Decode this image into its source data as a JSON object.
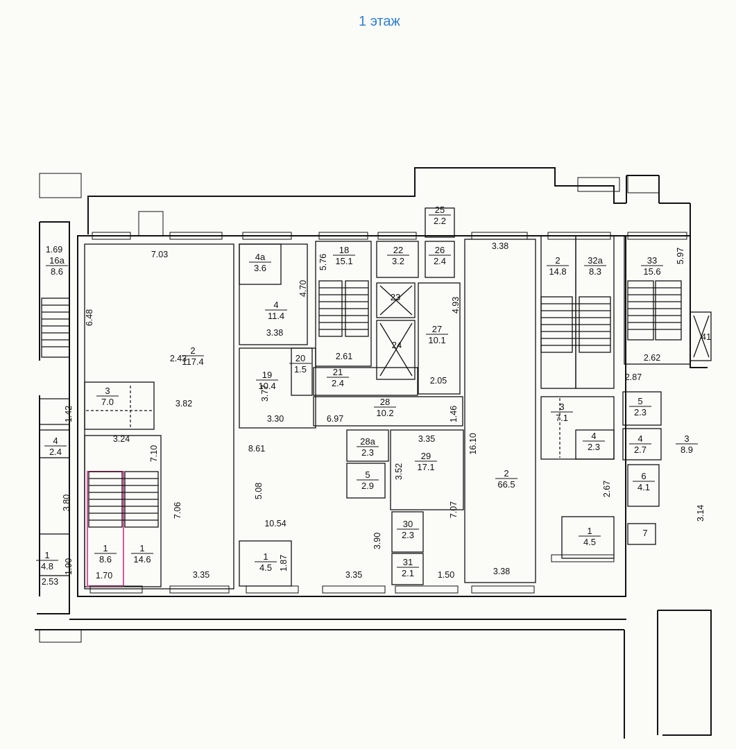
{
  "title": "1 этаж",
  "rooms": [
    {
      "id": "r-2-main",
      "num": "2",
      "area": "117.4"
    },
    {
      "id": "r-3-left",
      "num": "3",
      "area": "7.0"
    },
    {
      "id": "r-1-pink",
      "num": "1",
      "area": "8.6"
    },
    {
      "id": "r-1-stair",
      "num": "1",
      "area": "14.6"
    },
    {
      "id": "r-1-small",
      "num": "1",
      "area": "4.5"
    },
    {
      "id": "r-16a",
      "num": "16а",
      "area": "8.6"
    },
    {
      "id": "r-4-left",
      "num": "4",
      "area": "2.4"
    },
    {
      "id": "r-1-farleft",
      "num": "1",
      "area": "4.8"
    },
    {
      "id": "r-4a",
      "num": "4а",
      "area": "3.6"
    },
    {
      "id": "r-4",
      "num": "4",
      "area": "11.4"
    },
    {
      "id": "r-19",
      "num": "19",
      "area": "10.4"
    },
    {
      "id": "r-20",
      "num": "20",
      "area": "1.5"
    },
    {
      "id": "r-18",
      "num": "18",
      "area": "15.1"
    },
    {
      "id": "r-21",
      "num": "21",
      "area": "2.4"
    },
    {
      "id": "r-22",
      "num": "22",
      "area": "3.2"
    },
    {
      "id": "r-25",
      "num": "25",
      "area": "2.2"
    },
    {
      "id": "r-26",
      "num": "26",
      "area": "2.4"
    },
    {
      "id": "r-27",
      "num": "27",
      "area": "10.1"
    },
    {
      "id": "r-28",
      "num": "28",
      "area": "10.2"
    },
    {
      "id": "r-28a",
      "num": "28а",
      "area": "2.3"
    },
    {
      "id": "r-29",
      "num": "29",
      "area": "17.1"
    },
    {
      "id": "r-5-mid",
      "num": "5",
      "area": "2.9"
    },
    {
      "id": "r-30",
      "num": "30",
      "area": "2.3"
    },
    {
      "id": "r-31",
      "num": "31",
      "area": "2.1"
    },
    {
      "id": "r-2-right",
      "num": "2",
      "area": "66.5"
    },
    {
      "id": "r-2-stair",
      "num": "2",
      "area": "14.8"
    },
    {
      "id": "r-32a",
      "num": "32а",
      "area": "8.3"
    },
    {
      "id": "r-3-right",
      "num": "3",
      "area": "7.1"
    },
    {
      "id": "r-4-right",
      "num": "4",
      "area": "2.3"
    },
    {
      "id": "r-1-right",
      "num": "1",
      "area": "4.5"
    },
    {
      "id": "r-33",
      "num": "33",
      "area": "15.6"
    },
    {
      "id": "r-5-far",
      "num": "5",
      "area": "2.3"
    },
    {
      "id": "r-4-far",
      "num": "4",
      "area": "2.7"
    },
    {
      "id": "r-3-far",
      "num": "3",
      "area": "8.9"
    },
    {
      "id": "r-6-far",
      "num": "6",
      "area": "4.1"
    }
  ],
  "labels": [
    {
      "id": "r-23",
      "text": "23"
    },
    {
      "id": "r-24",
      "text": "24"
    },
    {
      "id": "r-7-far",
      "text": "7"
    },
    {
      "id": "r-41",
      "text": "41"
    }
  ],
  "dimensions": [
    "7.03",
    "6.48",
    "3.82",
    "3.24",
    "7.10",
    "8.61",
    "5.08",
    "7.06",
    "10.54",
    "3.35",
    "3.35",
    "1.87",
    "3.90",
    "1.70",
    "1.69",
    "1.42",
    "3.80",
    "1.90",
    "2.53",
    "4.70",
    "3.38",
    "2.43",
    "3.77",
    "3.30",
    "6.97",
    "5.76",
    "2.61",
    "4.93",
    "2.05",
    "1.46",
    "3.35",
    "3.52",
    "7.07",
    "1.50",
    "3.38",
    "16.10",
    "3.38",
    "2.67",
    "5.97",
    "2.62",
    "2.87",
    "3.14"
  ]
}
